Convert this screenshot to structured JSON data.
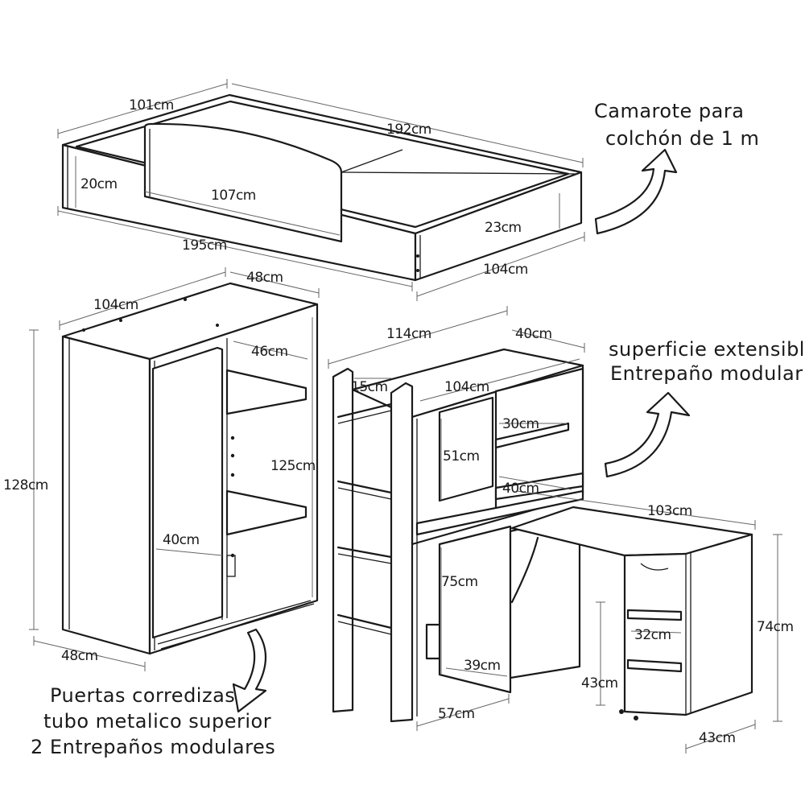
{
  "bed": {
    "width": "101cm",
    "length": "192cm",
    "side_height": "20cm",
    "panel_length": "107cm",
    "total_length": "195cm",
    "end_height": "23cm",
    "end_width": "104cm",
    "note_line1": "Camarote para",
    "note_line2": "colchón de 1 m"
  },
  "wardrobe": {
    "depth_top": "48cm",
    "width_top": "104cm",
    "shelf_depth": "46cm",
    "inner_height": "125cm",
    "height": "128cm",
    "door_width": "40cm",
    "depth_bottom": "48cm",
    "note_line1": "Puertas corredizas",
    "note_line2": "tubo metalico superior",
    "note_line3": "2 Entrepaños modulares"
  },
  "loft_desk": {
    "width": "114cm",
    "depth": "40cm",
    "ladder_offset": "15cm",
    "inner_width": "104cm",
    "shelf_depth": "30cm",
    "shelf_height": "51cm",
    "lower_shelf": "40cm",
    "desk_length": "103cm",
    "desk_height": "75cm",
    "leg_depth": "39cm",
    "base_width": "57cm",
    "cart_height": "74cm",
    "cart_shelf": "32cm",
    "cart_lower": "43cm",
    "cart_width": "43cm",
    "note_line1": "superficie extensible",
    "note_line2": "Entrepaño modular"
  }
}
